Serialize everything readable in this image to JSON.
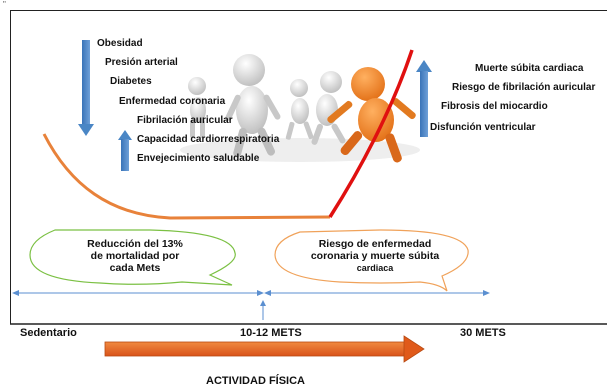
{
  "corner_mark": "\"",
  "left_factors": [
    "Obesidad",
    "Presión arterial",
    "Diabetes",
    "Enfermedad coronaria",
    "Fibrilación auricular",
    "Capacidad cardiorrespiratoria",
    "Envejecimiento saludable"
  ],
  "right_factors": [
    "Muerte súbita cardiaca",
    "Riesgo de fibrilación auricular",
    "Fibrosis del miocardio",
    "Disfunción ventricular"
  ],
  "bubbles": {
    "left": {
      "line1": "Reducción del 13%",
      "line2": "de mortalidad por",
      "line3": "cada Mets"
    },
    "right": {
      "line1": "Riesgo de enfermedad",
      "line2": "coronaria y muerte súbita",
      "line3": "cardiaca"
    }
  },
  "axis": {
    "sedentary": "Sedentario",
    "mid": "10-12 METS",
    "high": "30 METS",
    "title": "ACTIVIDAD FÍSICA"
  },
  "colors": {
    "benefit_curve": "#e8823a",
    "risk_curve": "#e01010",
    "blue_arrow": "#4a86c5",
    "left_bubble": "#7bc043",
    "right_bubble": "#f0a25a",
    "activity_arrow": "#ea6a25"
  }
}
